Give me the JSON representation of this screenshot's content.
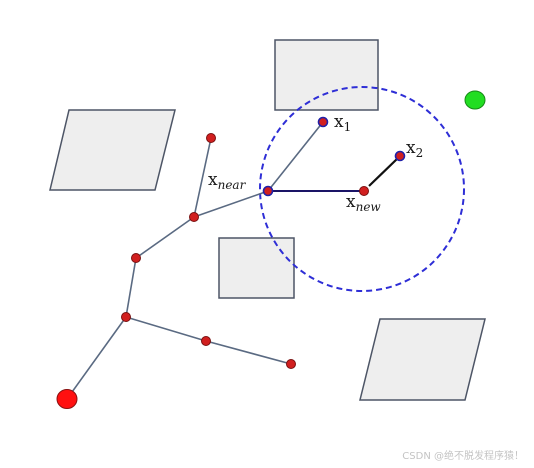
{
  "labels": {
    "x_near": {
      "base": "x",
      "sub": "near"
    },
    "x_new": {
      "base": "x",
      "sub": "new"
    },
    "x_1": {
      "base": "x",
      "sub": "1"
    },
    "x_2": {
      "base": "x",
      "sub": "2"
    }
  },
  "watermark": "CSDN @绝不脱发程序猿！",
  "colors": {
    "obstacle_fill": "#eeeeee",
    "obstacle_stroke": "#4d5566",
    "tree_edge": "#5a6a82",
    "node_fill": "#d11f1f",
    "node_stroke": "#7a1010",
    "start_fill": "#ff1010",
    "goal_fill": "#22dd22",
    "circle_stroke": "#2e2ed6",
    "new_edge": "#1a1466",
    "x2_edge": "#111111",
    "highlight_node_stroke": "#2020a8"
  }
}
